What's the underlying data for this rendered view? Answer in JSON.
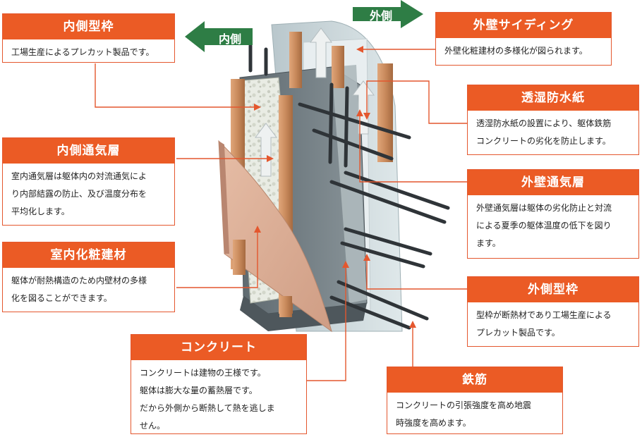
{
  "direction_labels": {
    "inner": "内側",
    "outer": "外側"
  },
  "callouts": {
    "inner_form": {
      "title": "内側型枠",
      "lines": [
        "工場生産によるプレカット製品です。"
      ]
    },
    "inner_vent": {
      "title": "内側通気層",
      "lines": [
        "室内通気層は躯体内の対流通気によ",
        "り内部結露の防止、及び温度分布を",
        "平均化します。"
      ]
    },
    "interior": {
      "title": "室内化粧建材",
      "lines": [
        "躯体が耐熱構造のため内壁材の多様",
        "化を図ることができます。"
      ]
    },
    "concrete": {
      "title": "コンクリート",
      "lines": [
        "コンクリートは建物の王様です。",
        "躯体は膨大な量の蓄熱層です。",
        "だから外側から断熱して熱を逃しま",
        "せん。"
      ]
    },
    "siding": {
      "title": "外壁サイディング",
      "lines": [
        "外壁化粧建材の多様化が図られます。"
      ]
    },
    "membrane": {
      "title": "透湿防水紙",
      "lines": [
        "透湿防水紙の設置により、躯体鉄筋",
        "コンクリートの劣化を防止します。"
      ]
    },
    "outer_vent": {
      "title": "外壁通気層",
      "lines": [
        "外壁通気層は躯体の劣化防止と対流",
        "による夏季の躯体温度の低下を図り",
        "ます。"
      ]
    },
    "outer_form": {
      "title": "外側型枠",
      "lines": [
        "型枠が断熱材であり工場生産による",
        "プレカット製品です。"
      ]
    },
    "rebar": {
      "title": "鉄筋",
      "lines": [
        "コンクリートの引張強度を高め地震",
        "時強度を高めます。"
      ]
    }
  },
  "colors": {
    "callout_header": "#eb5b25",
    "leader_line": "#e4572e",
    "direction_arrow": "#2e7d45",
    "concrete": "#6f7a80",
    "stud_wood": "#c98a5c",
    "interior_panel": "#d9ab93",
    "rebar": "#3a3f44"
  }
}
